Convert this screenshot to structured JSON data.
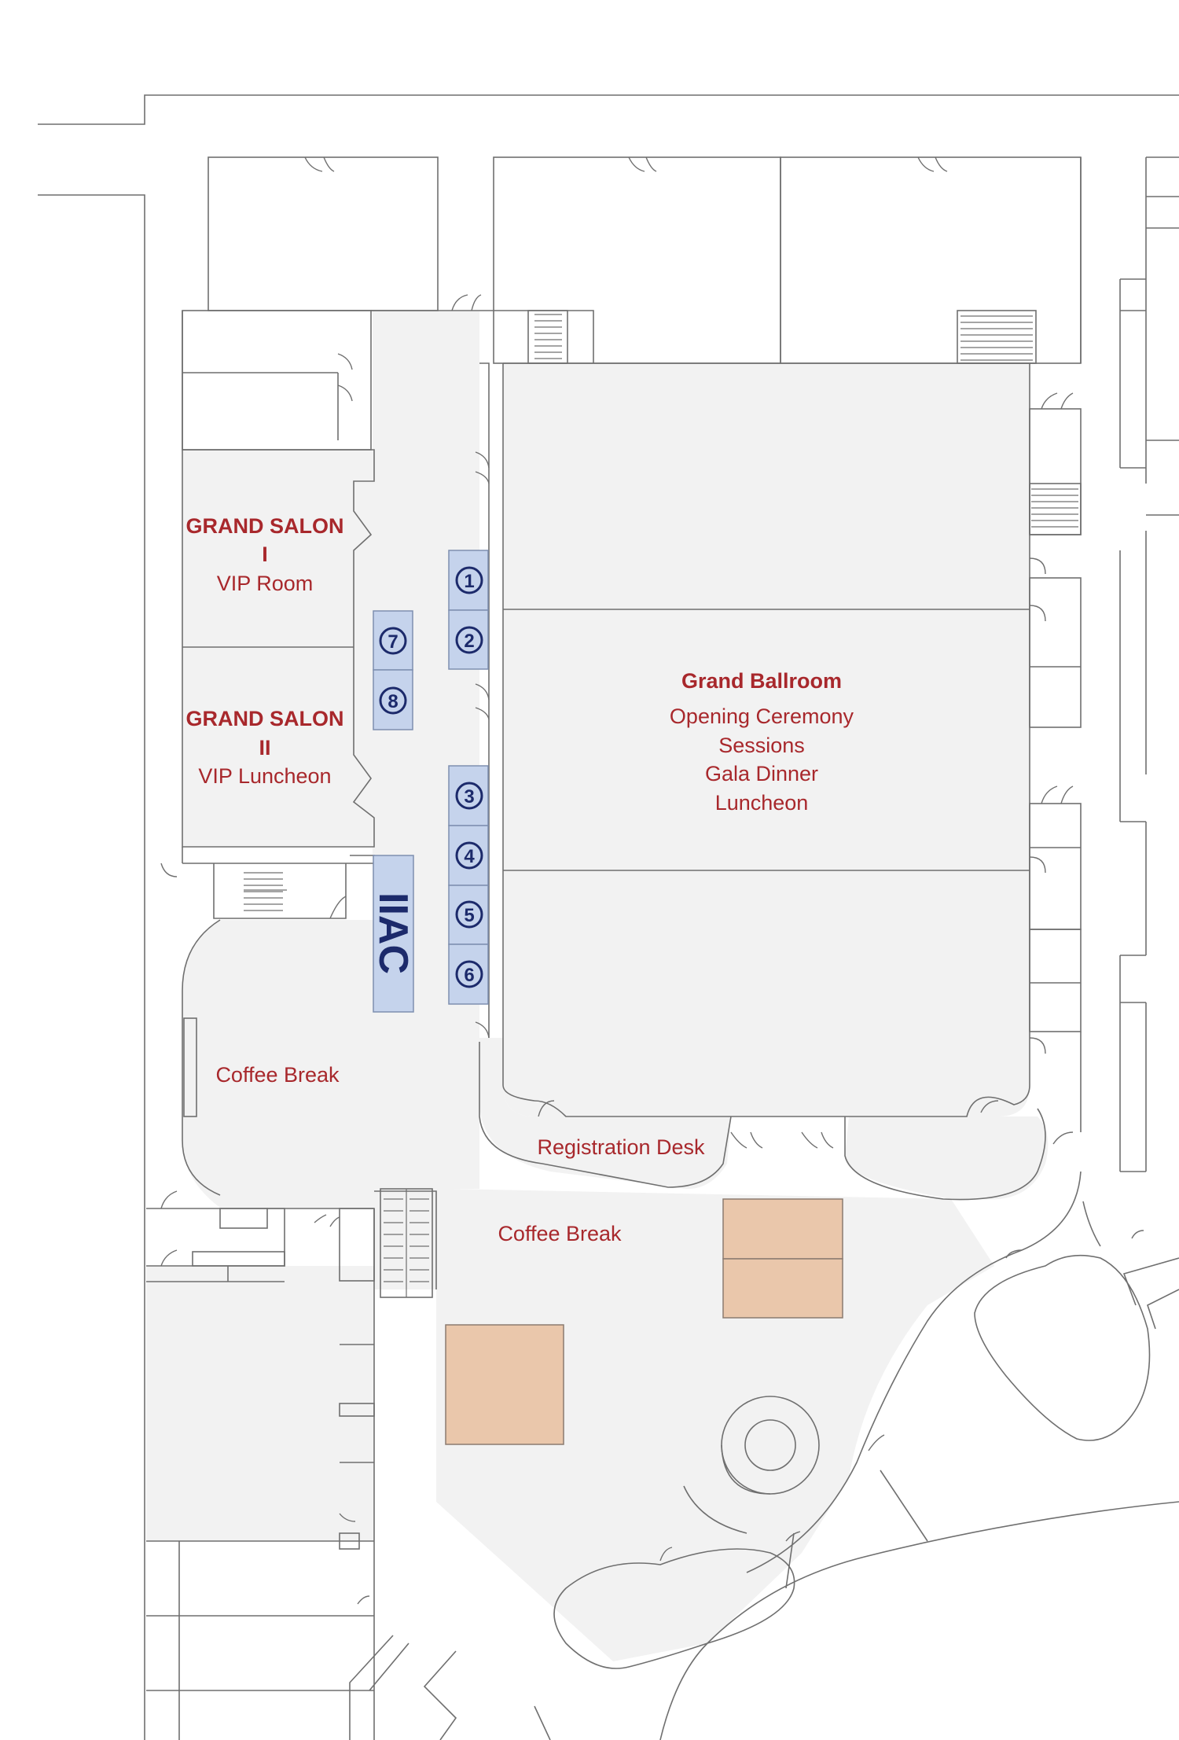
{
  "map": {
    "rooms": {
      "grand_salon_1": {
        "name_line1": "GRAND SALON",
        "name_line2": "I",
        "use": "VIP Room"
      },
      "grand_salon_2": {
        "name_line1": "GRAND SALON",
        "name_line2": "II",
        "use": "VIP Luncheon"
      },
      "grand_ballroom": {
        "name": "Grand Ballroom",
        "uses": [
          "Opening Ceremony",
          "Sessions",
          "Gala Dinner",
          "Luncheon"
        ]
      },
      "coffee_break_left": {
        "name": "Coffee Break"
      },
      "coffee_break_lobby": {
        "name": "Coffee Break"
      },
      "registration": {
        "name": "Registration Desk"
      }
    },
    "booths": [
      "1",
      "2",
      "3",
      "4",
      "5",
      "6",
      "7",
      "8"
    ],
    "iiac_booth": "IIAC",
    "colors": {
      "label": "#a8282c",
      "booth_fill": "#c5d3ec",
      "booth_text": "#1c2a6b",
      "table_area": "#eac7ab",
      "room_fill": "#f2f2f2",
      "wall": "#6f6f6f"
    }
  }
}
